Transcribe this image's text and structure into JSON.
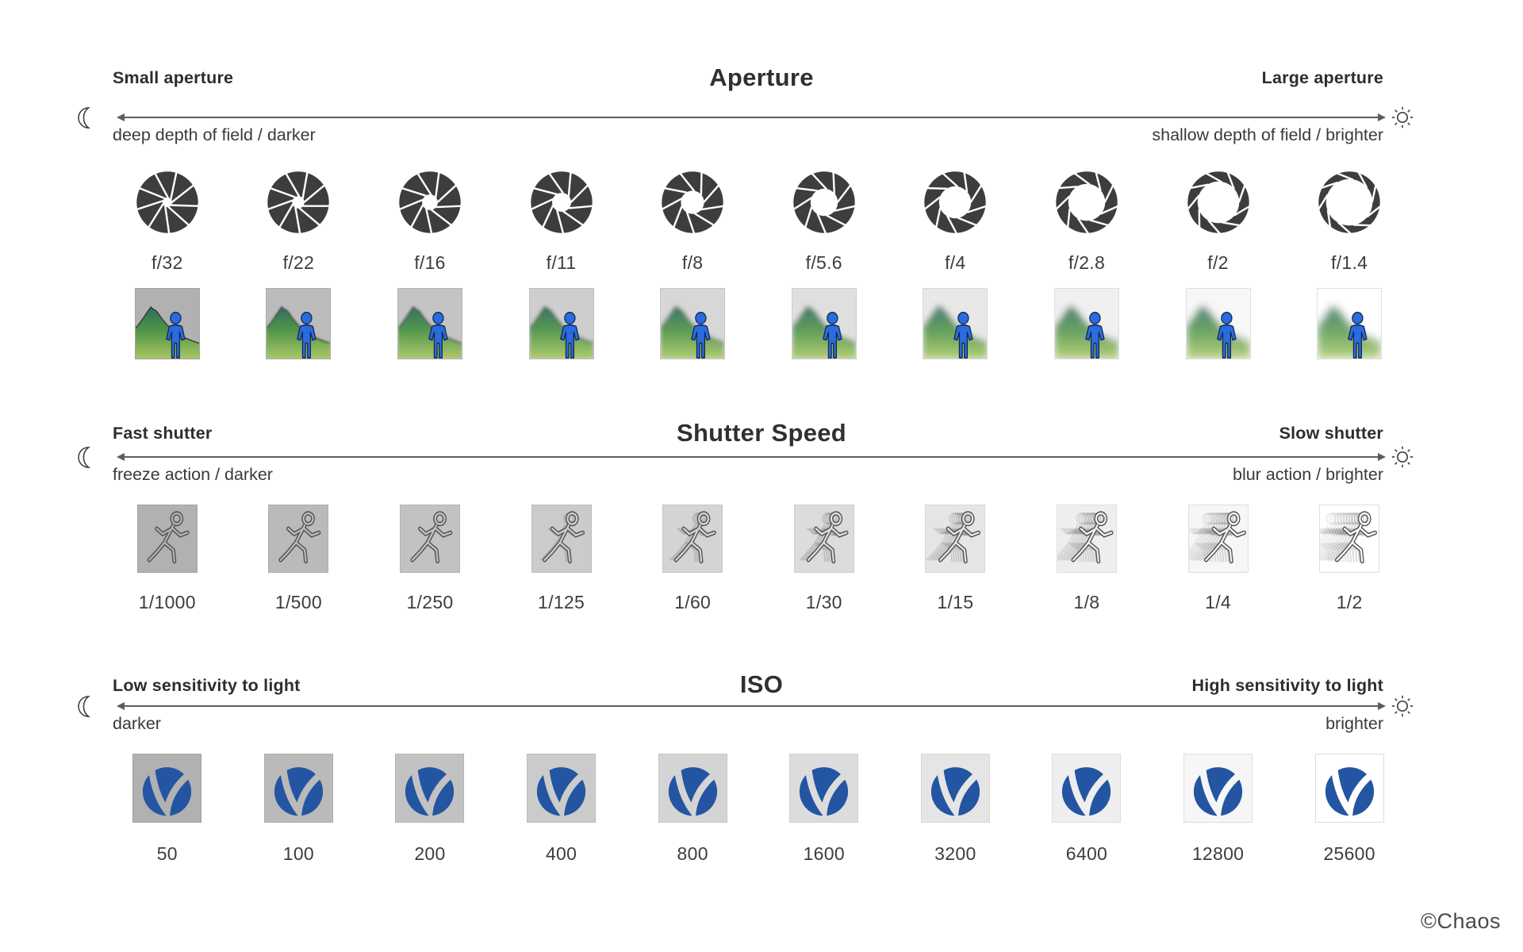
{
  "page": {
    "credit": "©Chaos"
  },
  "colors": {
    "vray_blue": "#2455a2",
    "person_blue": "#2b6be0",
    "person_outline": "#14294d",
    "aperture_icon": "#3d3d3d",
    "runner_outline": "#4f4f4f",
    "scale_line": "#5d5d5d",
    "mountain_top": "#2f6b5e",
    "mountain_mid": "#4e9347",
    "mountain_bottom": "#a9c763"
  },
  "sections": [
    {
      "id": "aperture",
      "title": "Aperture",
      "left_label": "Small aperture",
      "left_sub": "deep depth of field / darker",
      "right_label": "Large aperture",
      "right_sub": "shallow depth of field / brighter",
      "left_icon": "moon-icon",
      "right_icon": "sun-icon",
      "items": [
        {
          "label": "f/32"
        },
        {
          "label": "f/22"
        },
        {
          "label": "f/16"
        },
        {
          "label": "f/11"
        },
        {
          "label": "f/8"
        },
        {
          "label": "f/5.6"
        },
        {
          "label": "f/4"
        },
        {
          "label": "f/2.8"
        },
        {
          "label": "f/2"
        },
        {
          "label": "f/1.4"
        }
      ]
    },
    {
      "id": "shutter",
      "title": "Shutter Speed",
      "left_label": "Fast shutter",
      "left_sub": "freeze action / darker",
      "right_label": "Slow shutter",
      "right_sub": "blur action / brighter",
      "left_icon": "moon-icon",
      "right_icon": "sun-icon",
      "items": [
        {
          "label": "1/1000"
        },
        {
          "label": "1/500"
        },
        {
          "label": "1/250"
        },
        {
          "label": "1/125"
        },
        {
          "label": "1/60"
        },
        {
          "label": "1/30"
        },
        {
          "label": "1/15"
        },
        {
          "label": "1/8"
        },
        {
          "label": "1/4"
        },
        {
          "label": "1/2"
        }
      ]
    },
    {
      "id": "iso",
      "title": "ISO",
      "left_label": "Low sensitivity to light",
      "left_sub": "darker",
      "right_label": "High sensitivity to light",
      "right_sub": "brighter",
      "left_icon": "moon-icon",
      "right_icon": "sun-icon",
      "items": [
        {
          "label": "50"
        },
        {
          "label": "100"
        },
        {
          "label": "200"
        },
        {
          "label": "400"
        },
        {
          "label": "800"
        },
        {
          "label": "1600"
        },
        {
          "label": "3200"
        },
        {
          "label": "6400"
        },
        {
          "label": "12800"
        },
        {
          "label": "25600"
        }
      ]
    }
  ]
}
